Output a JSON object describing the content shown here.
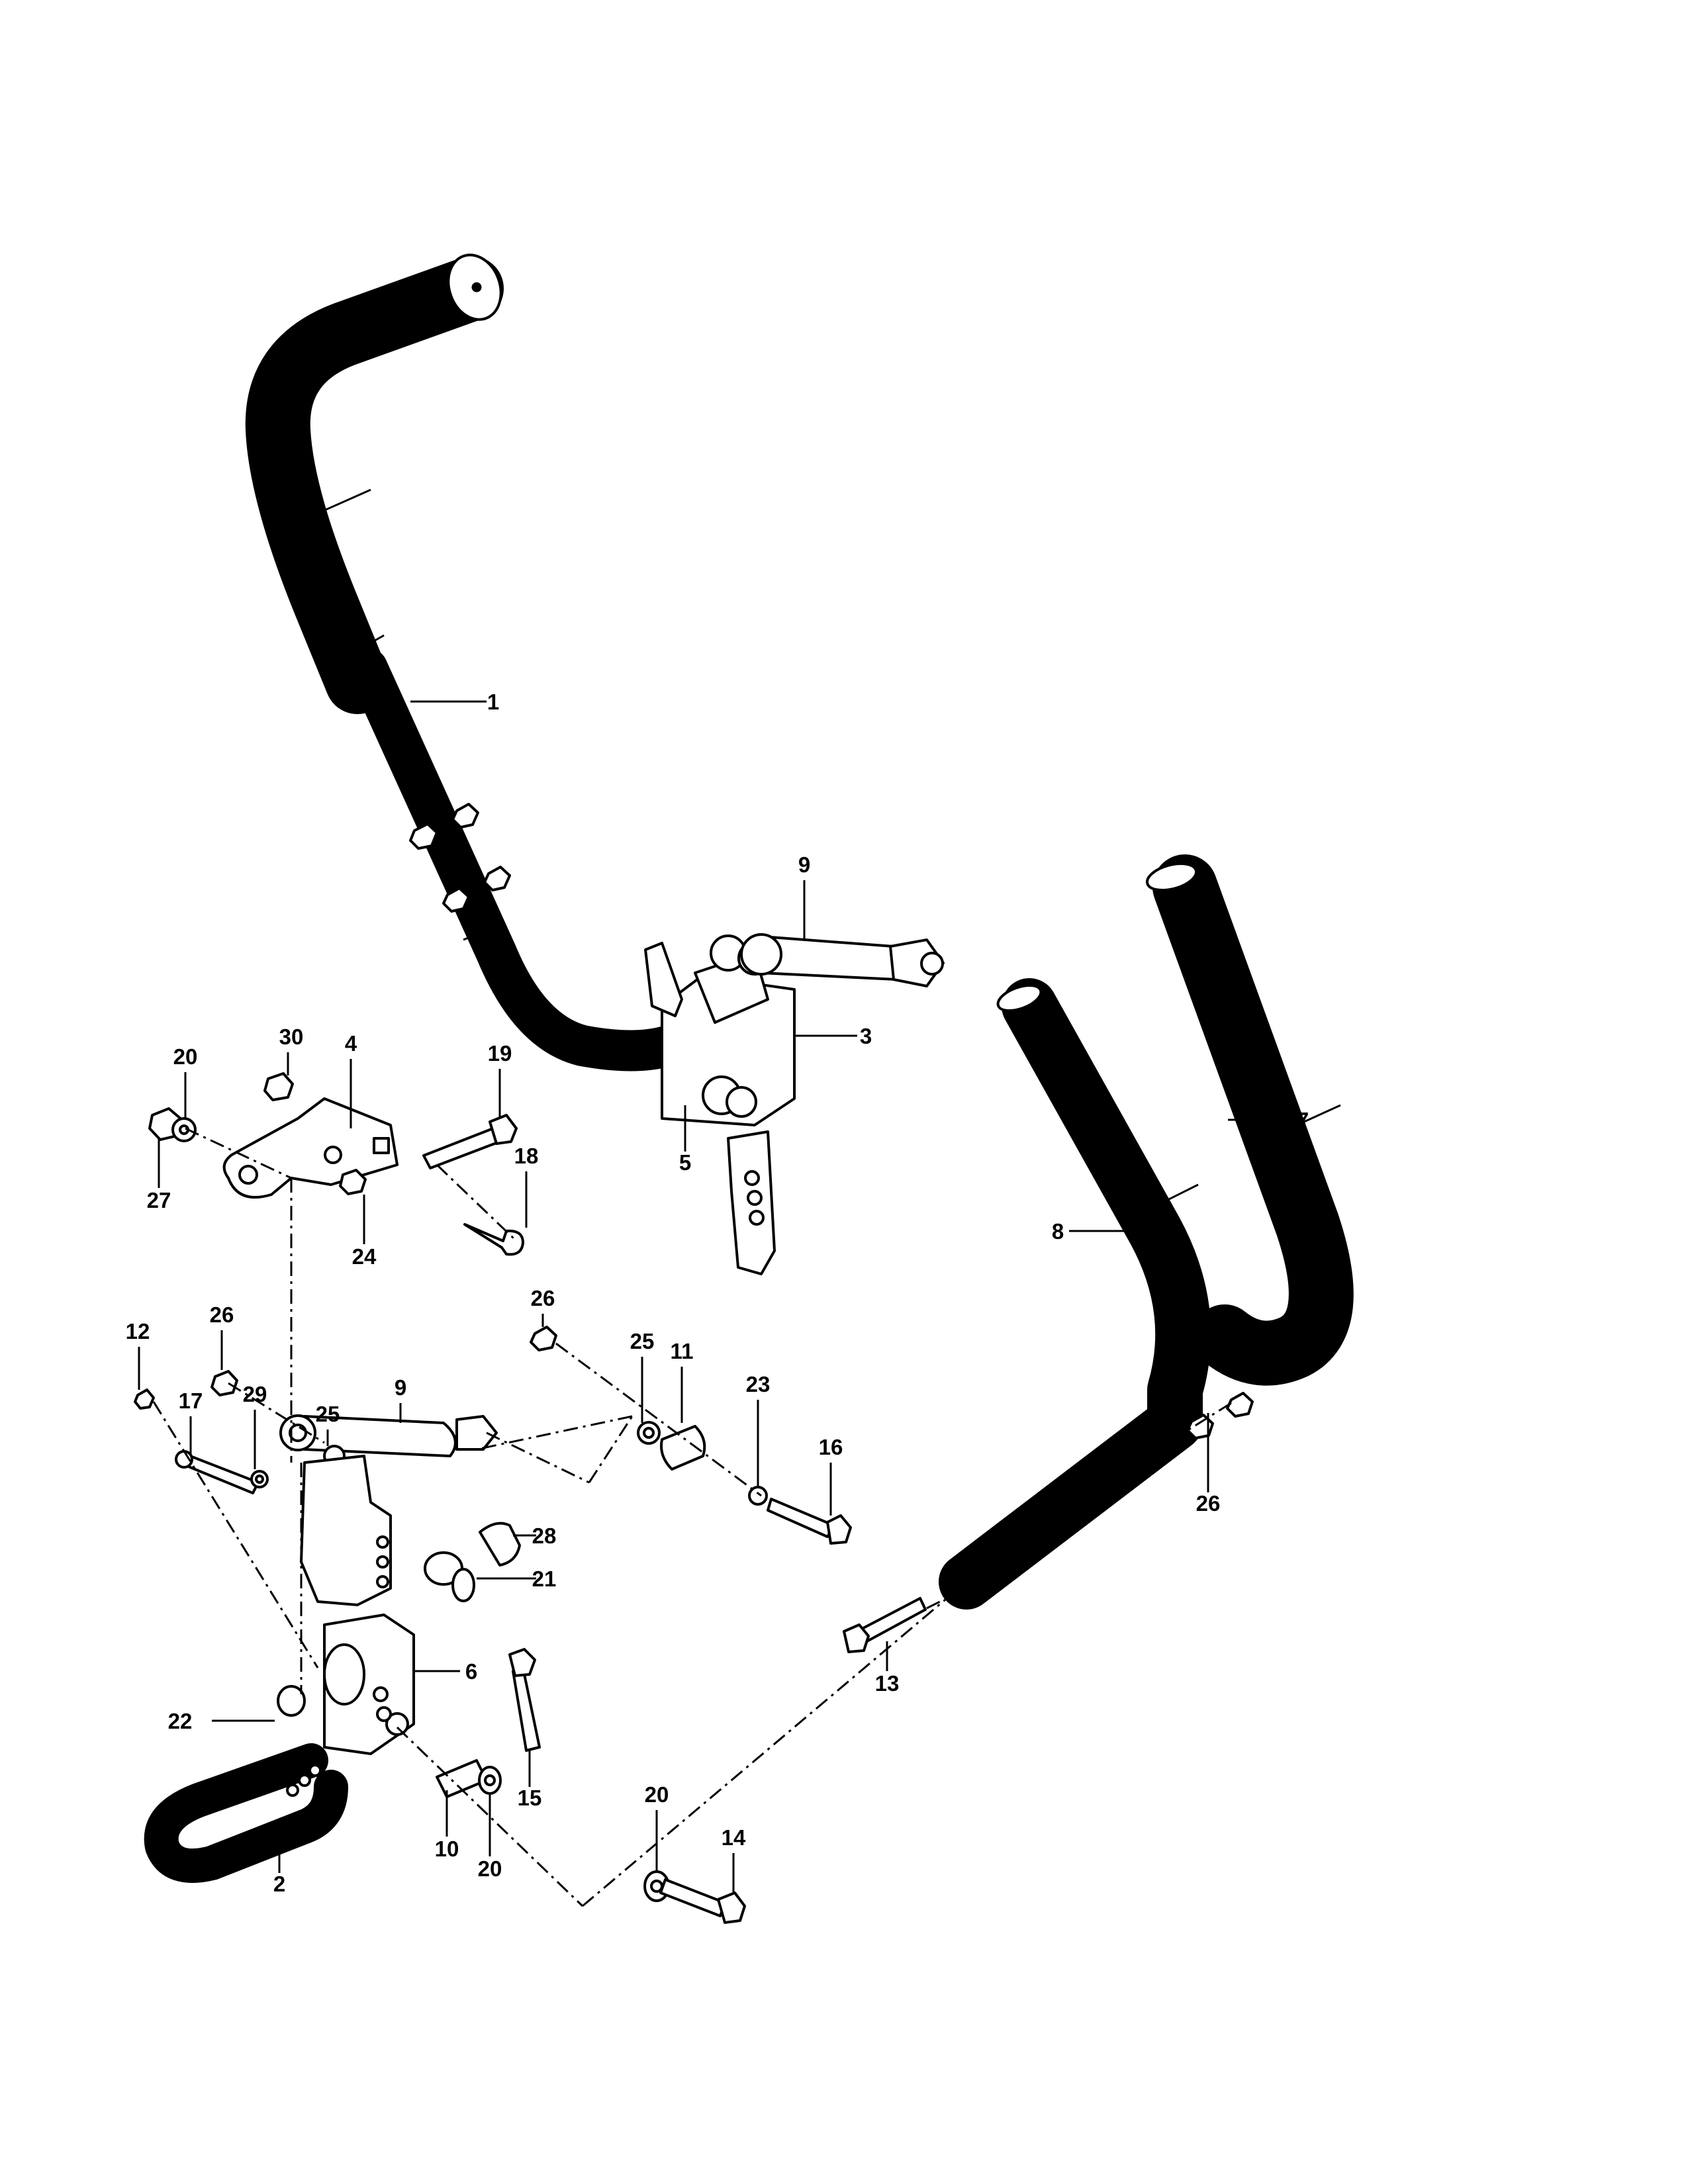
{
  "callouts": [
    {
      "id": "c1",
      "text": "1"
    },
    {
      "id": "c2",
      "text": "2"
    },
    {
      "id": "c3",
      "text": "3"
    },
    {
      "id": "c4",
      "text": "4"
    },
    {
      "id": "c5",
      "text": "5"
    },
    {
      "id": "c6",
      "text": "6"
    },
    {
      "id": "c7",
      "text": "7"
    },
    {
      "id": "c8",
      "text": "8"
    },
    {
      "id": "c9a",
      "text": "9"
    },
    {
      "id": "c9b",
      "text": "9"
    },
    {
      "id": "c10",
      "text": "10"
    },
    {
      "id": "c11",
      "text": "11"
    },
    {
      "id": "c12",
      "text": "12"
    },
    {
      "id": "c13",
      "text": "13"
    },
    {
      "id": "c14",
      "text": "14"
    },
    {
      "id": "c15",
      "text": "15"
    },
    {
      "id": "c16",
      "text": "16"
    },
    {
      "id": "c17",
      "text": "17"
    },
    {
      "id": "c18",
      "text": "18"
    },
    {
      "id": "c19",
      "text": "19"
    },
    {
      "id": "c20a",
      "text": "20"
    },
    {
      "id": "c20b",
      "text": "20"
    },
    {
      "id": "c20c",
      "text": "20"
    },
    {
      "id": "c21",
      "text": "21"
    },
    {
      "id": "c22",
      "text": "22"
    },
    {
      "id": "c23",
      "text": "23"
    },
    {
      "id": "c24",
      "text": "24"
    },
    {
      "id": "c25a",
      "text": "25"
    },
    {
      "id": "c25b",
      "text": "25"
    },
    {
      "id": "c26a",
      "text": "26"
    },
    {
      "id": "c26b",
      "text": "26"
    },
    {
      "id": "c26c",
      "text": "26"
    },
    {
      "id": "c27",
      "text": "27"
    },
    {
      "id": "c28",
      "text": "28"
    },
    {
      "id": "c29",
      "text": "29"
    },
    {
      "id": "c30",
      "text": "30"
    }
  ]
}
